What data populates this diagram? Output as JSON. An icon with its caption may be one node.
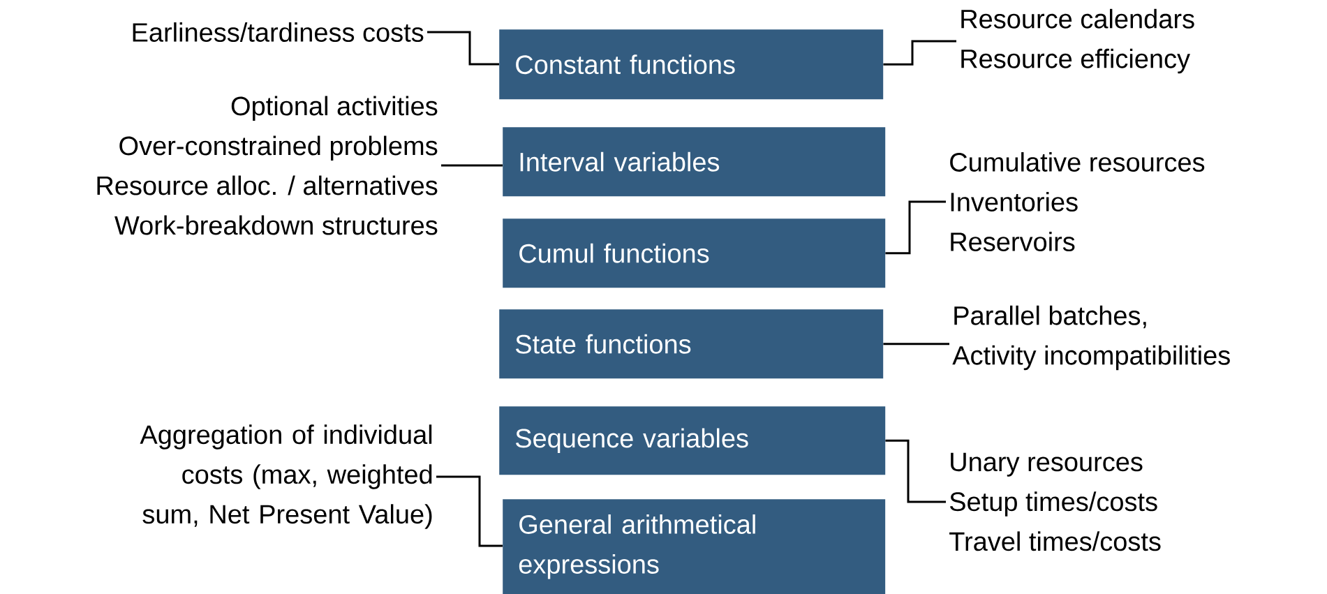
{
  "diagram": {
    "nodes": [
      {
        "text": [
          "Earliness/tardiness costs"
        ]
      },
      {
        "text": [
          "Constant functions"
        ]
      },
      {
        "text": [
          "Resource calendars",
          "Resource efficiency"
        ]
      },
      {
        "text": [
          "Optional activities",
          "Over-constrained problems",
          "Resource alloc. / alternatives",
          "Work-breakdown structures"
        ]
      },
      {
        "text": [
          "Interval variables"
        ]
      },
      {
        "text": [
          "Cumulative resources",
          "Inventories",
          "Reservoirs"
        ]
      },
      {
        "text": [
          "Cumul functions"
        ]
      },
      {
        "text": [
          "State functions"
        ]
      },
      {
        "text": [
          "Parallel batches,",
          "Activity incompatibilities"
        ]
      },
      {
        "text": [
          "Aggregation of individual costs (max, weighted sum, Net Present Value)"
        ]
      },
      {
        "text": [
          "Sequence variables"
        ]
      },
      {
        "text": [
          "Unary resources",
          "Setup times/costs",
          "Travel times/costs"
        ]
      },
      {
        "text": [
          "General arithmetical expressions"
        ]
      }
    ],
    "edges": [
      {
        "from": 0,
        "to": 1,
        "arrow": "none"
      },
      {
        "from": 1,
        "to": 2,
        "arrow": "none"
      },
      {
        "from": 3,
        "to": 4,
        "arrow": "none"
      },
      {
        "from": 6,
        "to": 5,
        "arrow": "none"
      },
      {
        "from": 7,
        "to": 8,
        "arrow": "none"
      },
      {
        "from": 10,
        "to": 11,
        "arrow": "none"
      },
      {
        "from": 9,
        "to": 12,
        "arrow": "none"
      }
    ]
  }
}
